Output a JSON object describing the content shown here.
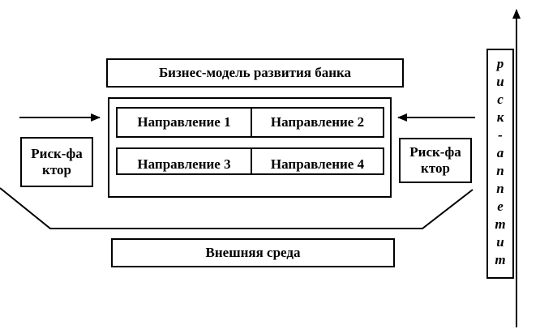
{
  "diagram": {
    "business_model": "Бизнес-модель развития банка",
    "directions": [
      "Направление 1",
      "Направление 2",
      "Направление 3",
      "Направление 4"
    ],
    "risk_factor_left": "Риск-фактор",
    "risk_factor_right": "Риск-фактор",
    "external_environment": "Внешняя среда",
    "risk_appetite_letters": [
      "р",
      "и",
      "с",
      "к",
      "-",
      "а",
      "п",
      "п",
      "е",
      "т",
      "и",
      "т"
    ]
  }
}
